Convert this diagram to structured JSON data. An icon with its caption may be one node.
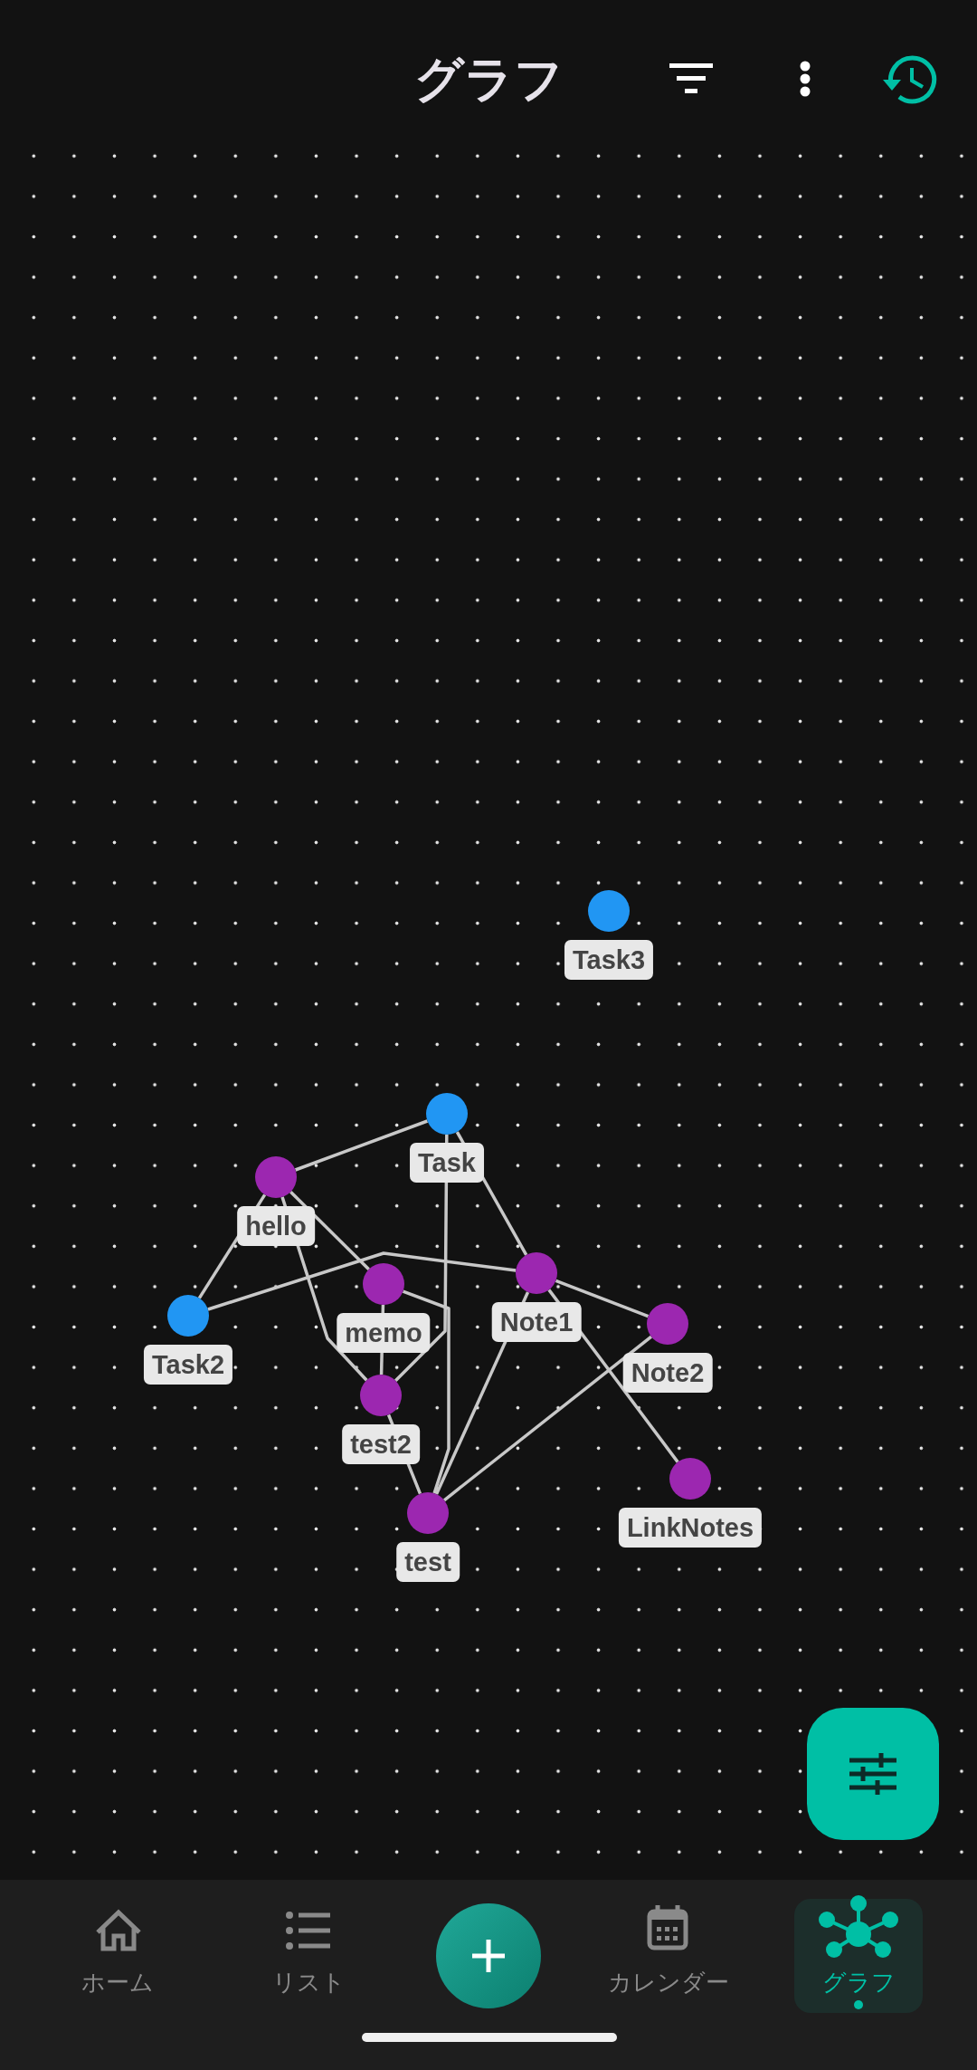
{
  "diagram": {
    "title": "グラフ",
    "nodes": [
      {
        "text": [
          "Task3"
        ]
      },
      {
        "text": [
          "Task"
        ]
      },
      {
        "text": [
          "hello"
        ]
      },
      {
        "text": [
          "memo"
        ]
      },
      {
        "text": [
          "Note1"
        ]
      },
      {
        "text": [
          "Task2"
        ]
      },
      {
        "text": [
          "Note2"
        ]
      },
      {
        "text": [
          "test2"
        ]
      },
      {
        "text": [
          "LinkNotes"
        ]
      },
      {
        "text": [
          "test"
        ]
      }
    ],
    "edges": [
      {
        "from": 1,
        "to": 2,
        "arrow": "none"
      },
      {
        "from": 1,
        "to": 4,
        "arrow": "none"
      },
      {
        "from": 1,
        "to": 7,
        "arrow": "none"
      },
      {
        "from": 2,
        "to": 5,
        "arrow": "none"
      },
      {
        "from": 2,
        "to": 3,
        "arrow": "none"
      },
      {
        "from": 2,
        "to": 7,
        "arrow": "none"
      },
      {
        "from": 5,
        "to": 4,
        "arrow": "none"
      },
      {
        "from": 3,
        "to": 7,
        "arrow": "none"
      },
      {
        "from": 3,
        "to": 9,
        "arrow": "none"
      },
      {
        "from": 7,
        "to": 9,
        "arrow": "none"
      },
      {
        "from": 4,
        "to": 6,
        "arrow": "none"
      },
      {
        "from": 4,
        "to": 9,
        "arrow": "none"
      },
      {
        "from": 4,
        "to": 8,
        "arrow": "none"
      },
      {
        "from": 6,
        "to": 9,
        "arrow": "none"
      }
    ],
    "labels": [
      "ホーム",
      "リスト",
      "カレンダー",
      "グラフ"
    ]
  }
}
